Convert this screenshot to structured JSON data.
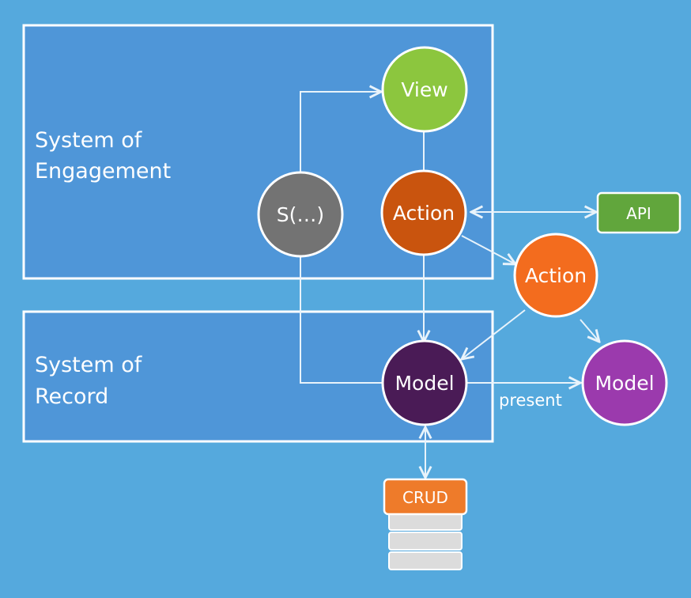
{
  "regions": {
    "engagement": {
      "line1": "System of",
      "line2": "Engagement"
    },
    "record": {
      "line1": "System of",
      "line2": "Record"
    }
  },
  "nodes": {
    "view": {
      "label": "View",
      "color": "#8cc63e"
    },
    "state": {
      "label": "S(…)",
      "color": "#737373"
    },
    "action_inner": {
      "label": "Action",
      "color": "#c9540e"
    },
    "action_outer": {
      "label": "Action",
      "color": "#f36c1e"
    },
    "model_inner": {
      "label": "Model",
      "color": "#4a1b56"
    },
    "model_outer": {
      "label": "Model",
      "color": "#9b3aad"
    }
  },
  "boxes": {
    "api": {
      "label": "API",
      "color": "#61a63c"
    },
    "crud": {
      "label": "CRUD",
      "color": "#ee7b2a"
    }
  },
  "edges": {
    "present_label": "present"
  },
  "colors": {
    "background": "#55a9dd",
    "region_fill": "#4f96d8",
    "line": "#e8f3fb"
  }
}
